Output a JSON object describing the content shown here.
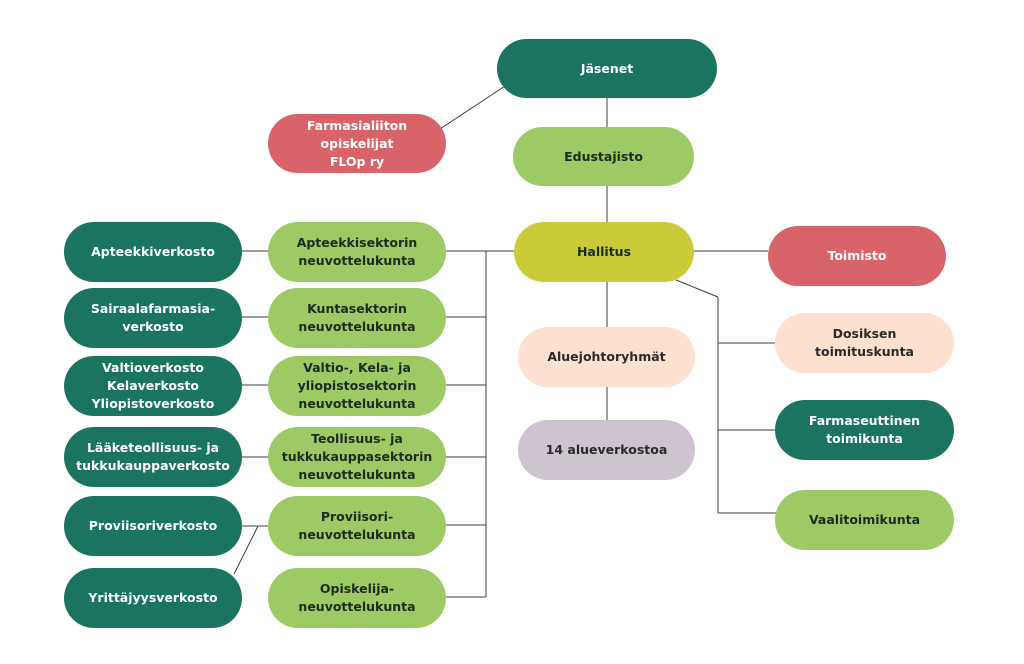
{
  "nodes": {
    "jasenet": "Jäsenet",
    "flop": "Farmasialiiton opiskelijat\nFLOp ry",
    "edustajisto": "Edustajisto",
    "hallitus": "Hallitus",
    "toimisto": "Toimisto",
    "aluejohtoryhmat": "Aluejohtoryhmät",
    "alueverkostoa": "14 alueverkostoa",
    "dosiksen": "Dosiksen\ntoimituskunta",
    "farmaseuttinen": "Farmaseuttinen\ntoimikunta",
    "vaalitoimikunta": "Vaalitoimikunta",
    "apteekkisektori": "Apteekkisektorin\nneuvottelukunta",
    "kuntasektori": "Kuntasektorin\nneuvottelukunta",
    "valtiosektori": "Valtio-, Kela- ja\nyliopistosektorin\nneuvottelukunta",
    "teollisuussektori": "Teollisuus- ja\ntukkukauppasektorin\nneuvottelukunta",
    "proviisorineuvottelu": "Proviisori-\nneuvottelukunta",
    "opiskelijaneuvottelu": "Opiskelija-\nneuvottelukunta",
    "apteekkiverkosto": "Apteekkiverkosto",
    "sairaalaverkosto": "Sairaalafarmasia-\nverkosto",
    "valtioverkosto": "Valtioverkosto\nKelaverkosto\nYliopistoverkosto",
    "teollisuusverkosto": "Lääketeollisuus- ja\ntukkukauppaverkosto",
    "proviisoriverkosto": "Proviisoriverkosto",
    "yrittajyysverkosto": "Yrittäjyysverkosto"
  },
  "colors": {
    "dark_green": "#1a745f",
    "light_green": "#9dca64",
    "red": "#d9636a",
    "yellow": "#c9cc38",
    "peach": "#fde0d0",
    "lavender": "#cdc4cf"
  }
}
